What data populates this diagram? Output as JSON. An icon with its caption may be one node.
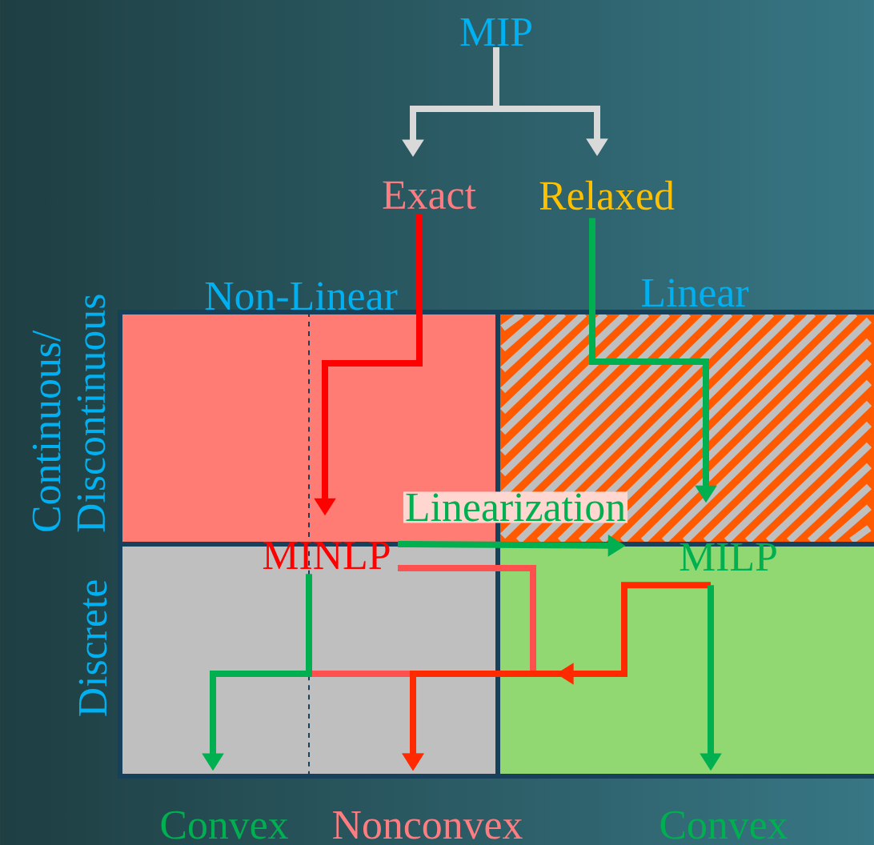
{
  "diagram": {
    "nodes": [
      {
        "text": [
          "MIP"
        ]
      },
      {
        "text": [
          "Exact"
        ]
      },
      {
        "text": [
          "Relaxed"
        ]
      },
      {
        "text": [
          "MINLP"
        ]
      },
      {
        "text": [
          "MILP"
        ]
      },
      {
        "text": [
          "Convex"
        ]
      },
      {
        "text": [
          "Nonconvex"
        ]
      },
      {
        "text": [
          "Convex"
        ]
      }
    ],
    "edges": [
      {
        "from": 0,
        "to": 1,
        "arrow": "to",
        "color": "#d9d9d9"
      },
      {
        "from": 0,
        "to": 2,
        "arrow": "to",
        "color": "#d9d9d9"
      },
      {
        "from": 1,
        "to": 3,
        "arrow": "to",
        "color": "#ff0000"
      },
      {
        "from": 2,
        "to": 4,
        "arrow": "to",
        "color": "#00b050"
      },
      {
        "from": 3,
        "to": 4,
        "arrow": "to",
        "label": "Linearization",
        "color": "#00b050"
      },
      {
        "from": 3,
        "to": 5,
        "arrow": "to",
        "color": "#00b050"
      },
      {
        "from": 3,
        "to": 6,
        "arrow": "to",
        "color": "#ff5050"
      },
      {
        "from": 4,
        "to": 6,
        "arrow": "to",
        "color": "#ff2a00"
      },
      {
        "from": 4,
        "to": 7,
        "arrow": "to",
        "color": "#00b050"
      }
    ],
    "labels": [
      "Non-Linear",
      "Linear",
      "Continuous/ Discontinuous",
      "Discrete"
    ]
  }
}
